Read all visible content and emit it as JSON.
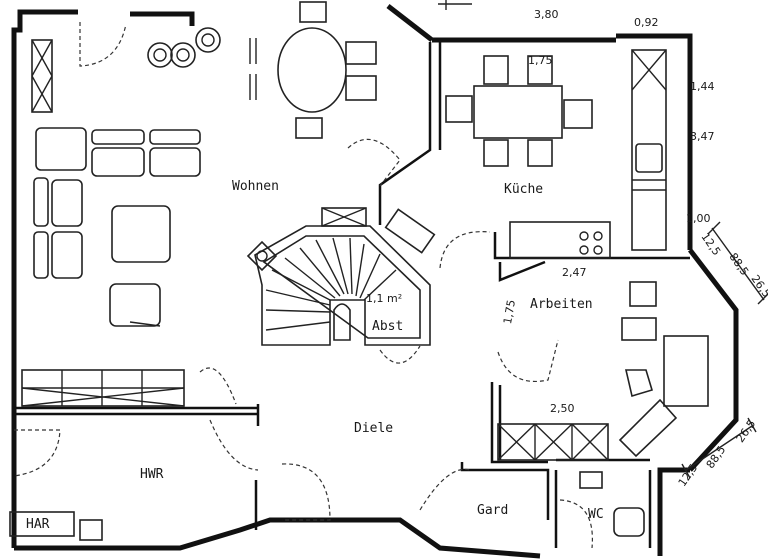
{
  "rooms": {
    "wohnen": "Wohnen",
    "kueche": "Küche",
    "arbeiten": "Arbeiten",
    "abst": "Abst",
    "diele": "Diele",
    "hwr": "HWR",
    "har": "HAR",
    "gard": "Gard",
    "wc": "WC"
  },
  "dimensions": {
    "d_380": "3,80",
    "d_092": "0,92",
    "d_175_top": "1,75",
    "d_144": "1,44",
    "d_347": "3,47",
    "d_100": "1,00",
    "d_125_a": "12,5",
    "d_885_a": "88,5",
    "d_265_a": "26,5",
    "d_247": "2,47",
    "d_175_arb": "1,75",
    "d_250": "2,50",
    "d_125_b": "12,5",
    "d_885_b": "88,5",
    "d_265_b": "26,5"
  },
  "annotations": {
    "stair_area": "1,1 m²"
  }
}
